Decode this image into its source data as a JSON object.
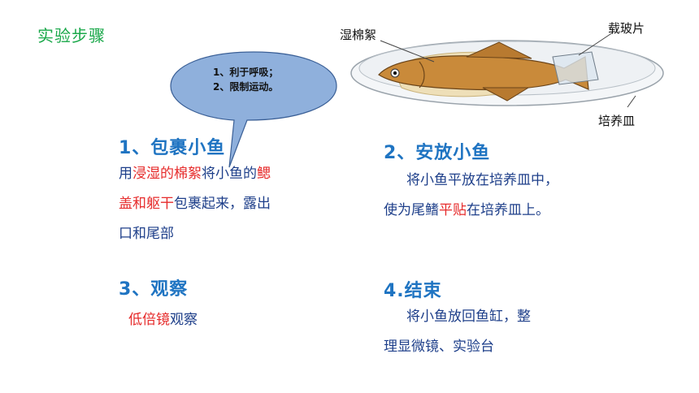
{
  "page_title": "实验步骤",
  "bubble": {
    "line1": "1、利于呼吸；",
    "line2": "2、限制运动。"
  },
  "step1": {
    "heading": "1、包裹小鱼",
    "seg1": "用",
    "seg2": "浸湿的棉絮",
    "seg3": "将小鱼的",
    "seg4": "鳃",
    "seg5": "盖和躯干",
    "seg6": "包裹起来，露出",
    "seg7": "口和尾部"
  },
  "step2": {
    "heading": "2、安放小鱼",
    "line1": "将小鱼平放在培养皿中，",
    "seg1": "使为尾鳍",
    "seg2": "平贴",
    "seg3": "在培养皿上。"
  },
  "step3": {
    "heading": "3、观察",
    "seg1": "低倍镜",
    "seg2": "观察"
  },
  "step4": {
    "heading": "4.结束",
    "line1": "将小鱼放回鱼缸，整",
    "line2": "理显微镜、实验台"
  },
  "illustration": {
    "label_cotton": "湿棉絮",
    "label_slide": "载玻片",
    "label_dish": "培养皿"
  },
  "colors": {
    "title_green": "#1aa84a",
    "heading_blue": "#1f74c2",
    "body_navy": "#1e3f8a",
    "highlight_red": "#e62b2b",
    "bubble_fill": "#8fb0dc"
  }
}
